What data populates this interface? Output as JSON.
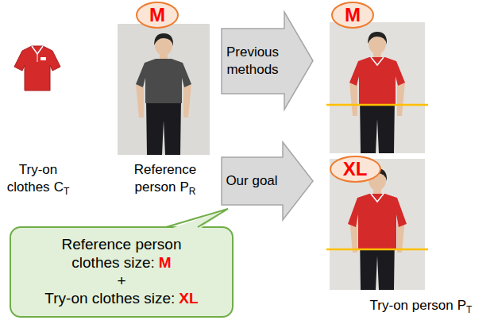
{
  "diagram": {
    "nodes": [
      {
        "text": [
          "M"
        ]
      },
      {
        "text": [
          "Previous methods"
        ]
      },
      {
        "text": [
          "M"
        ]
      },
      {
        "text": [
          "Our goal"
        ]
      },
      {
        "text": [
          "XL"
        ]
      },
      {
        "text": [
          "Reference person clothes size:",
          "M",
          "+",
          "Try-on clothes size:",
          "XL"
        ]
      }
    ],
    "labels": [
      "Try-on clothes",
      "C",
      "T",
      "Reference person",
      "P",
      "R",
      "Try-on person",
      "P",
      "T"
    ]
  }
}
